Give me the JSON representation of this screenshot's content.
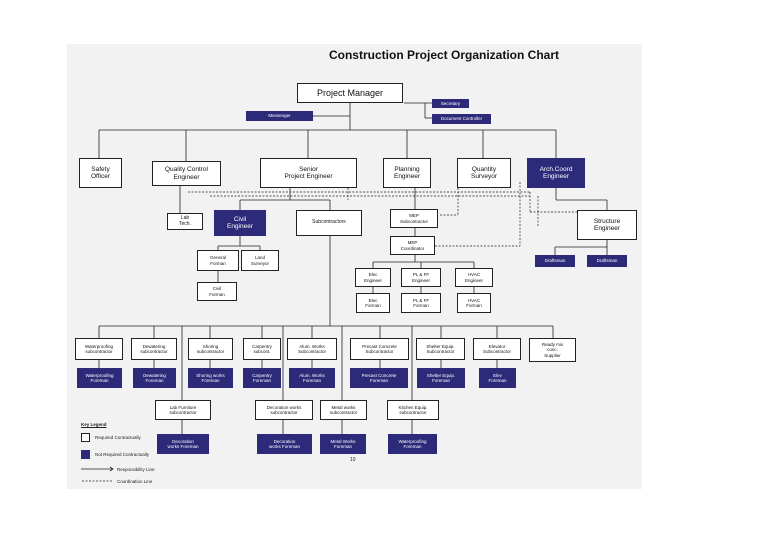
{
  "title": "Construction Project Organization Chart",
  "colors": {
    "not_required": "#2e2a7a",
    "required": "#ffffff",
    "line": "#222222",
    "background": "#f2f2f2"
  },
  "nodes": {
    "pm": "Project Manager",
    "secretary": "Secretary",
    "messenger": "Messenger",
    "doc_controller": "Document Controller",
    "safety": "Safety\nOfficer",
    "qc": "Quality Control\nEngineer",
    "senior": "Senior\nProject Engineer",
    "planning": "Planning\nEngineer",
    "qs": "Quantity\nSurveyor",
    "arch": "Arch.Coord\nEngineer",
    "lab_tech": "Lab\nTech.",
    "civil": "Civil\nEngineer",
    "subcontractors": "Subcontractors",
    "mep_sub": "MEP\nSubcontractor",
    "mep_coord": "MEP\nCoordinator",
    "structure": "Structure\nEngineer",
    "draftsman1": "Draftsman",
    "draftsman2": "Draftsman",
    "general_forman": "General\nForman",
    "land_surveyor": "Land\nSurveyor",
    "civil_forman": "Civil\nForman",
    "elec_eng": "Elec\nEngineer",
    "plff_eng": "PL & FF\nEngineer",
    "hvac_eng": "HVAC\nEngineer",
    "elec_forman": "Elec\nForman",
    "plff_forman": "PL & FF\nForman",
    "hvac_forman": "HVAC\nForman",
    "wp_sub": "Waterproofing\nsubcontractor",
    "dw_sub": "Dewatering\nsubcontractor",
    "sh_sub": "Shoring\nsubcontractor",
    "cp_sub": "Carpentry\nsubcont.",
    "al_sub": "Alum. Works\nSubcontractor",
    "pc_sub": "Precast Concrete\nSubcontractor",
    "se_sub": "Shelter Equip.\nSubcontractor",
    "el_sub": "Elevator\nSubcontractor",
    "rm_sub": "Ready mix\nconc.\nSupplier",
    "wp_fm": "Waterproofing\nForeman",
    "dw_fm": "Dewatering\nForeman",
    "sh_fm": "Shoring works\nForeman",
    "cp_fm": "Carpentry\nForeman",
    "al_fm": "Alum. Works\nForeman",
    "pc_fm": "Precast Concrete\nForeman",
    "se_fm": "Shelter Equip.\nForeman",
    "el_fm": "Elev\nForeman",
    "lab_furn": "Lab Furniture\nsubcontractor",
    "deco_sub": "Decoration works\nsubcontractor",
    "metal_sub": "Metal works\nsubcontractor",
    "kitchen_sub": "Kitchen Equip.\nsubcontractor",
    "deco_fm1": "Decoration\nworks Foreman",
    "deco_fm2": "Decoration\nworks Foreman",
    "metal_fm": "Metal Works\nForeman",
    "wp_fm2": "Waterproofing\nForeman"
  },
  "legend": {
    "title": "Key Legend",
    "required": "Required Contractually",
    "not_required": "Not Required Contractually",
    "responsibility": "Responsibility Line",
    "coordination": "Coordination Line"
  },
  "page_number": "10"
}
